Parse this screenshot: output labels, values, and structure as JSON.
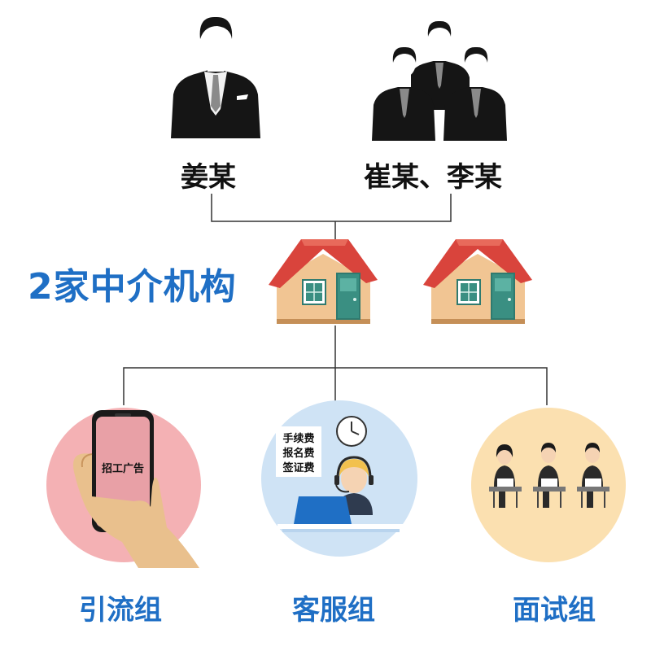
{
  "people": {
    "left_name": "姜某",
    "right_name": "崔某、李某"
  },
  "agency": {
    "title": "2家中介机构"
  },
  "groups": [
    {
      "name": "引流组",
      "inner_text": [
        "招工广告"
      ]
    },
    {
      "name": "客服组",
      "inner_text": [
        "手续费",
        "报名费",
        "签证费"
      ]
    },
    {
      "name": "面试组",
      "inner_text": []
    }
  ],
  "colors": {
    "title_blue": "#1f6fc5",
    "circle_pink": "#f4b1b4",
    "circle_blue": "#cfe3f5",
    "circle_peach": "#fbe0b0",
    "roof_red": "#d9443c",
    "wall": "#f1c593",
    "door": "#3a8f82"
  }
}
